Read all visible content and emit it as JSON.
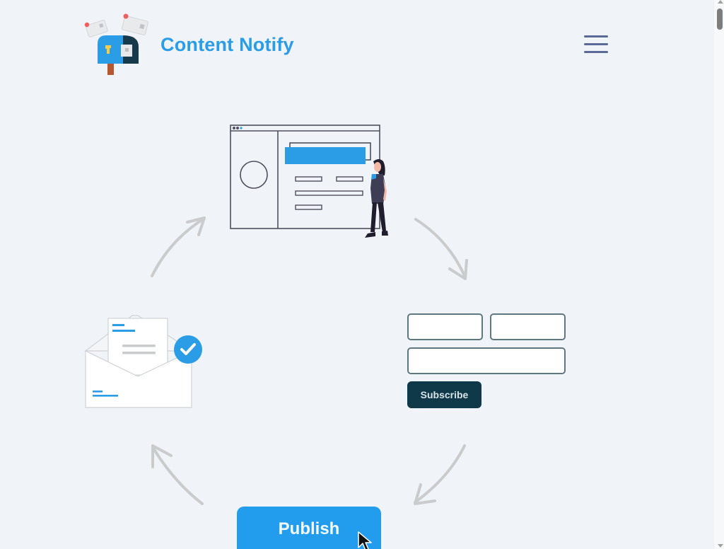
{
  "header": {
    "brand_name": "Content Notify",
    "logo_icon": "mailbox-icon",
    "menu_icon": "hamburger-menu-icon"
  },
  "illustration": {
    "steps": [
      {
        "name": "create-content",
        "icon": "browser-window-with-person-icon"
      },
      {
        "name": "subscribe-form",
        "icon": "form-icon"
      },
      {
        "name": "publish",
        "icon": "publish-button"
      },
      {
        "name": "email-delivered",
        "icon": "envelope-check-icon"
      }
    ],
    "arrows": [
      "arrow-up-right",
      "arrow-down-right",
      "arrow-down-left",
      "arrow-up-left"
    ]
  },
  "subscribe_form": {
    "first_field_value": "",
    "second_field_value": "",
    "email_field_value": "",
    "subscribe_label": "Subscribe"
  },
  "publish": {
    "label": "Publish"
  },
  "colors": {
    "background": "#f0f3f7",
    "brand_blue": "#2a9de6",
    "publish_blue": "#229ded",
    "subscribe_dark": "#0f3948",
    "menu_icon": "#5a6a96",
    "arrow_gray": "#c9cbcd"
  }
}
